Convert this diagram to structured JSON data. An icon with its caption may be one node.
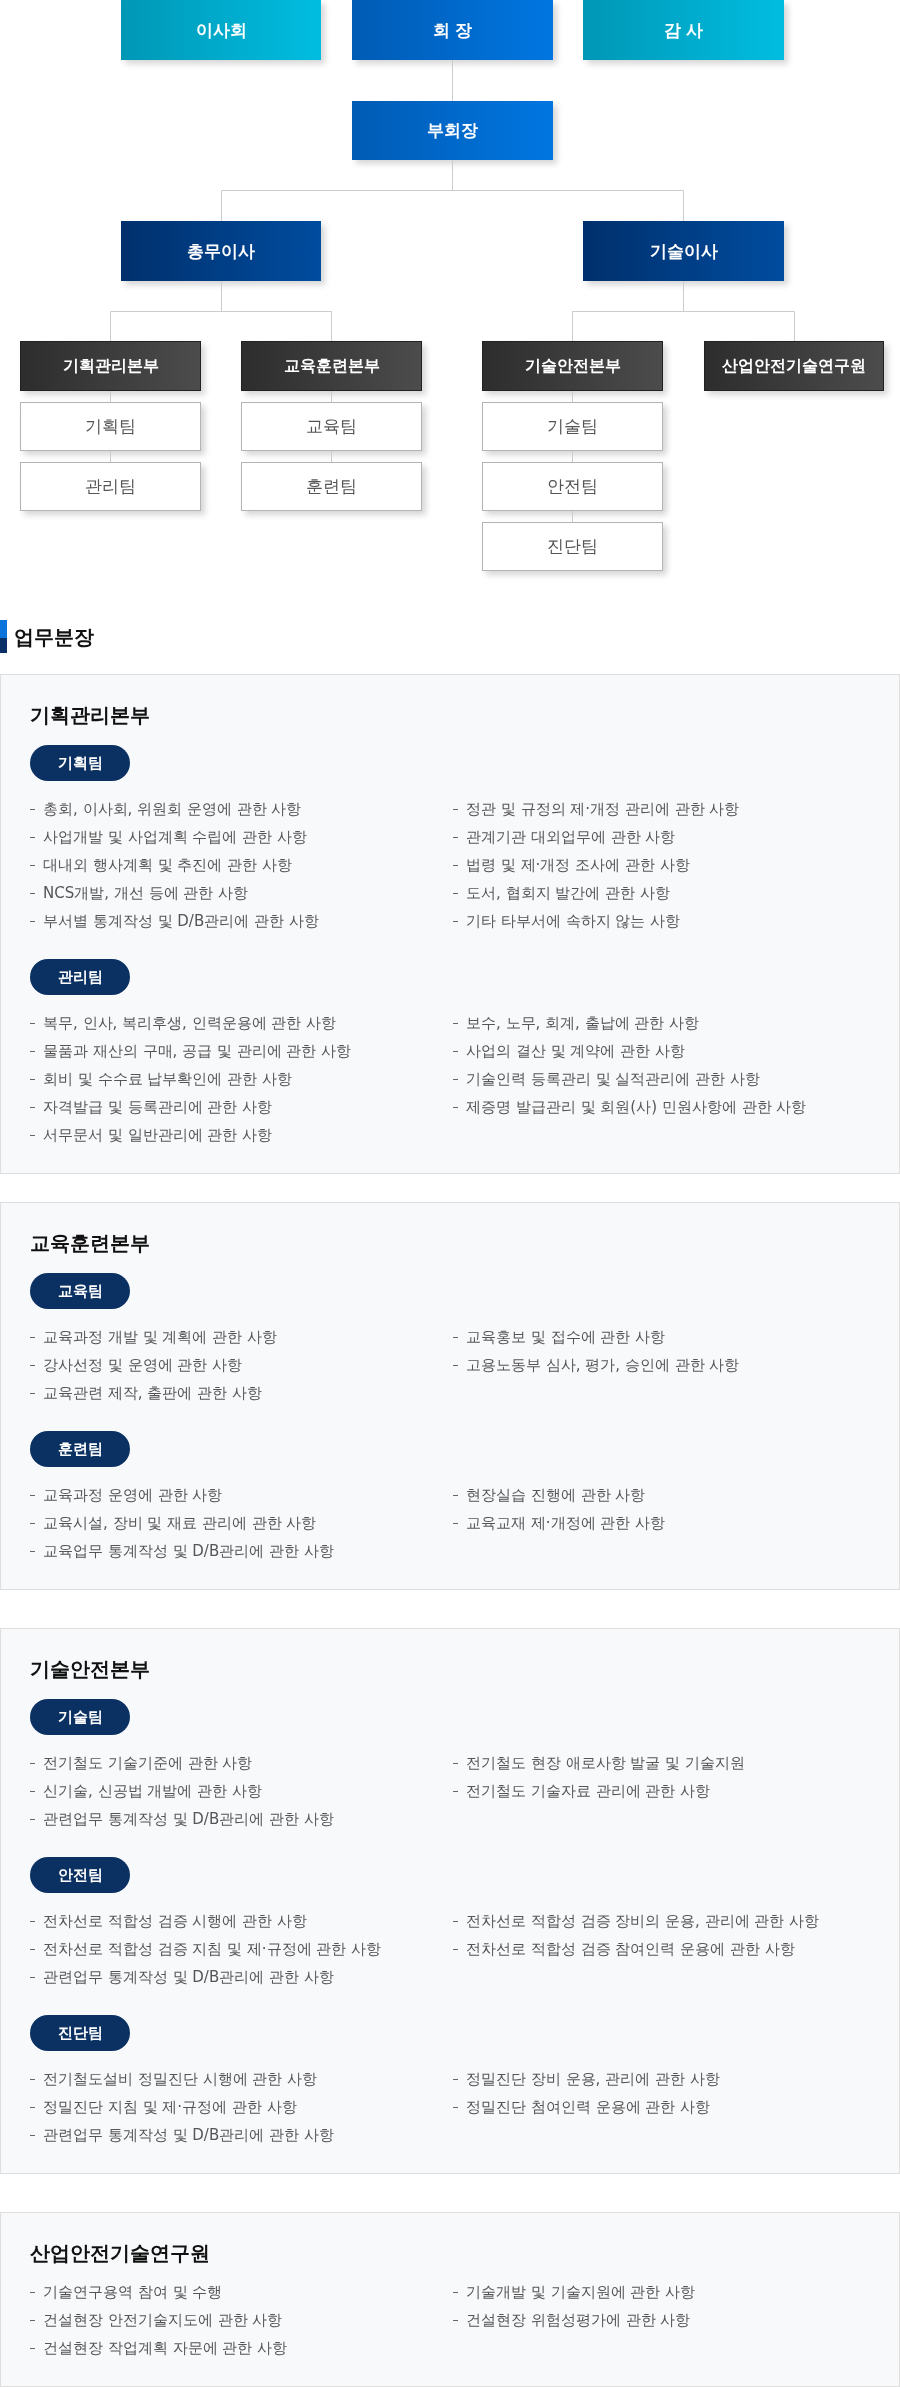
{
  "diagram": {
    "nodes": [
      {
        "text": [
          "이사회"
        ]
      },
      {
        "text": [
          "회 장"
        ]
      },
      {
        "text": [
          "감 사"
        ]
      },
      {
        "text": [
          "부회장"
        ]
      },
      {
        "text": [
          "총무이사"
        ]
      },
      {
        "text": [
          "기술이사"
        ]
      },
      {
        "text": [
          "기획관리본부"
        ]
      },
      {
        "text": [
          "교육훈련본부"
        ]
      },
      {
        "text": [
          "기술안전본부"
        ]
      },
      {
        "text": [
          "산업안전기술연구원"
        ]
      },
      {
        "text": [
          "기획팀"
        ]
      },
      {
        "text": [
          "교육팀"
        ]
      },
      {
        "text": [
          "기술팀"
        ]
      },
      {
        "text": [
          "관리팀"
        ]
      },
      {
        "text": [
          "훈련팀"
        ]
      },
      {
        "text": [
          "안전팀"
        ]
      },
      {
        "text": [
          "진단팀"
        ]
      },
      {
        "text": [
          "기획관리본부"
        ]
      },
      {
        "text": [
          "기획팀"
        ],
        "in": 17,
        "beside": [
          "총회, 이사회, 위원회 운영에 관한 사항",
          "사업개발 및 사업계획 수립에 관한 사항",
          "대내외 행사계획 및 추진에 관한 사항",
          "NCS개발, 개선 등에 관한 사항",
          "부서별 통계작성 및 D/B관리에 관한 사항",
          "정관 및 규정의 제·개정 관리에 관한 사항",
          "관계기관 대외업무에 관한 사항",
          "법령 및 제·개정 조사에 관한 사항",
          "도서, 협회지 발간에 관한 사항",
          "기타 타부서에 속하지 않는 사항"
        ]
      },
      {
        "text": [
          "관리팀"
        ],
        "in": 17,
        "beside": [
          "복무, 인사, 복리후생, 인력운용에 관한 사항",
          "물품과 재산의 구매, 공급 및 관리에 관한 사항",
          "회비 및 수수료 납부확인에 관한 사항",
          "자격발급 및 등록관리에 관한 사항",
          "서무문서 및 일반관리에 관한 사항",
          "보수, 노무, 회계, 출납에 관한 사항",
          "사업의 결산 및 계약에 관한 사항",
          "기술인력 등록관리 및 실적관리에 관한 사항",
          "제증명 발급관리 및 회원(사) 민원사항에 관한 사항"
        ]
      },
      {
        "text": [
          "교육훈련본부"
        ]
      },
      {
        "text": [
          "교육팀"
        ],
        "in": 20,
        "beside": [
          "교육과정 개발 및 계획에 관한 사항",
          "강사선정 및 운영에 관한 사항",
          "교육관련 제작, 출판에 관한 사항",
          "교육홍보 및 접수에 관한 사항",
          "고용노동부 심사, 평가, 승인에 관한 사항"
        ]
      },
      {
        "text": [
          "훈련팀"
        ],
        "in": 20,
        "beside": [
          "교육과정 운영에 관한 사항",
          "교육시설, 장비 및 재료 관리에 관한 사항",
          "교육업무 통계작성 및 D/B관리에 관한 사항",
          "현장실습 진행에 관한 사항",
          "교육교재 제·개정에 관한 사항"
        ]
      },
      {
        "text": [
          "기술안전본부"
        ]
      },
      {
        "text": [
          "기술팀"
        ],
        "in": 23,
        "beside": [
          "전기철도 기술기준에 관한 사항",
          "신기술, 신공법 개발에 관한 사항",
          "관련업무 통계작성 및 D/B관리에 관한 사항",
          "전기철도 현장 애로사항 발굴 및 기술지원",
          "전기철도 기술자료 관리에 관한 사항"
        ]
      },
      {
        "text": [
          "안전팀"
        ],
        "in": 23,
        "beside": [
          "전차선로 적합성 검증 시행에 관한 사항",
          "전차선로 적합성 검증 지침 및 제·규정에 관한 사항",
          "관련업무 통계작성 및 D/B관리에 관한 사항",
          "전차선로 적합성 검증 장비의 운용, 관리에 관한 사항",
          "전차선로 적합성 검증 참여인력 운용에 관한 사항"
        ]
      },
      {
        "text": [
          "진단팀"
        ],
        "in": 23,
        "beside": [
          "전기철도설비 정밀진단 시행에 관한 사항",
          "정밀진단 지침 및 제·규정에 관한 사항",
          "관련업무 통계작성 및 D/B관리에 관한 사항",
          "정밀진단 장비 운용, 관리에 관한 사항",
          "정밀진단 첨여인력 운용에 관한 사항"
        ]
      },
      {
        "text": [
          "산업안전기술연구원",
          "기술연구용역 참여 및 수행",
          "건설현장 안전기술지도에 관한 사항",
          "건설현장 작업계획 자문에 관한 사항",
          "기술개발 및 기술지원에 관한 사항",
          "건설현장 위험성평가에 관한 사항"
        ]
      }
    ],
    "edges": [
      {
        "from": 1,
        "to": 3,
        "arrow": "none"
      },
      {
        "from": 3,
        "to": 4,
        "arrow": "none"
      },
      {
        "from": 3,
        "to": 5,
        "arrow": "none"
      },
      {
        "from": 4,
        "to": 6,
        "arrow": "none"
      },
      {
        "from": 4,
        "to": 7,
        "arrow": "none"
      },
      {
        "from": 5,
        "to": 8,
        "arrow": "none"
      },
      {
        "from": 5,
        "to": 9,
        "arrow": "none"
      },
      {
        "from": 6,
        "to": 10,
        "arrow": "none"
      },
      {
        "from": 10,
        "to": 13,
        "arrow": "none"
      },
      {
        "from": 7,
        "to": 11,
        "arrow": "none"
      },
      {
        "from": 11,
        "to": 14,
        "arrow": "none"
      },
      {
        "from": 8,
        "to": 12,
        "arrow": "none"
      },
      {
        "from": 12,
        "to": 15,
        "arrow": "none"
      },
      {
        "from": 15,
        "to": 16,
        "arrow": "none"
      }
    ],
    "labels": [
      "업무분장"
    ]
  }
}
